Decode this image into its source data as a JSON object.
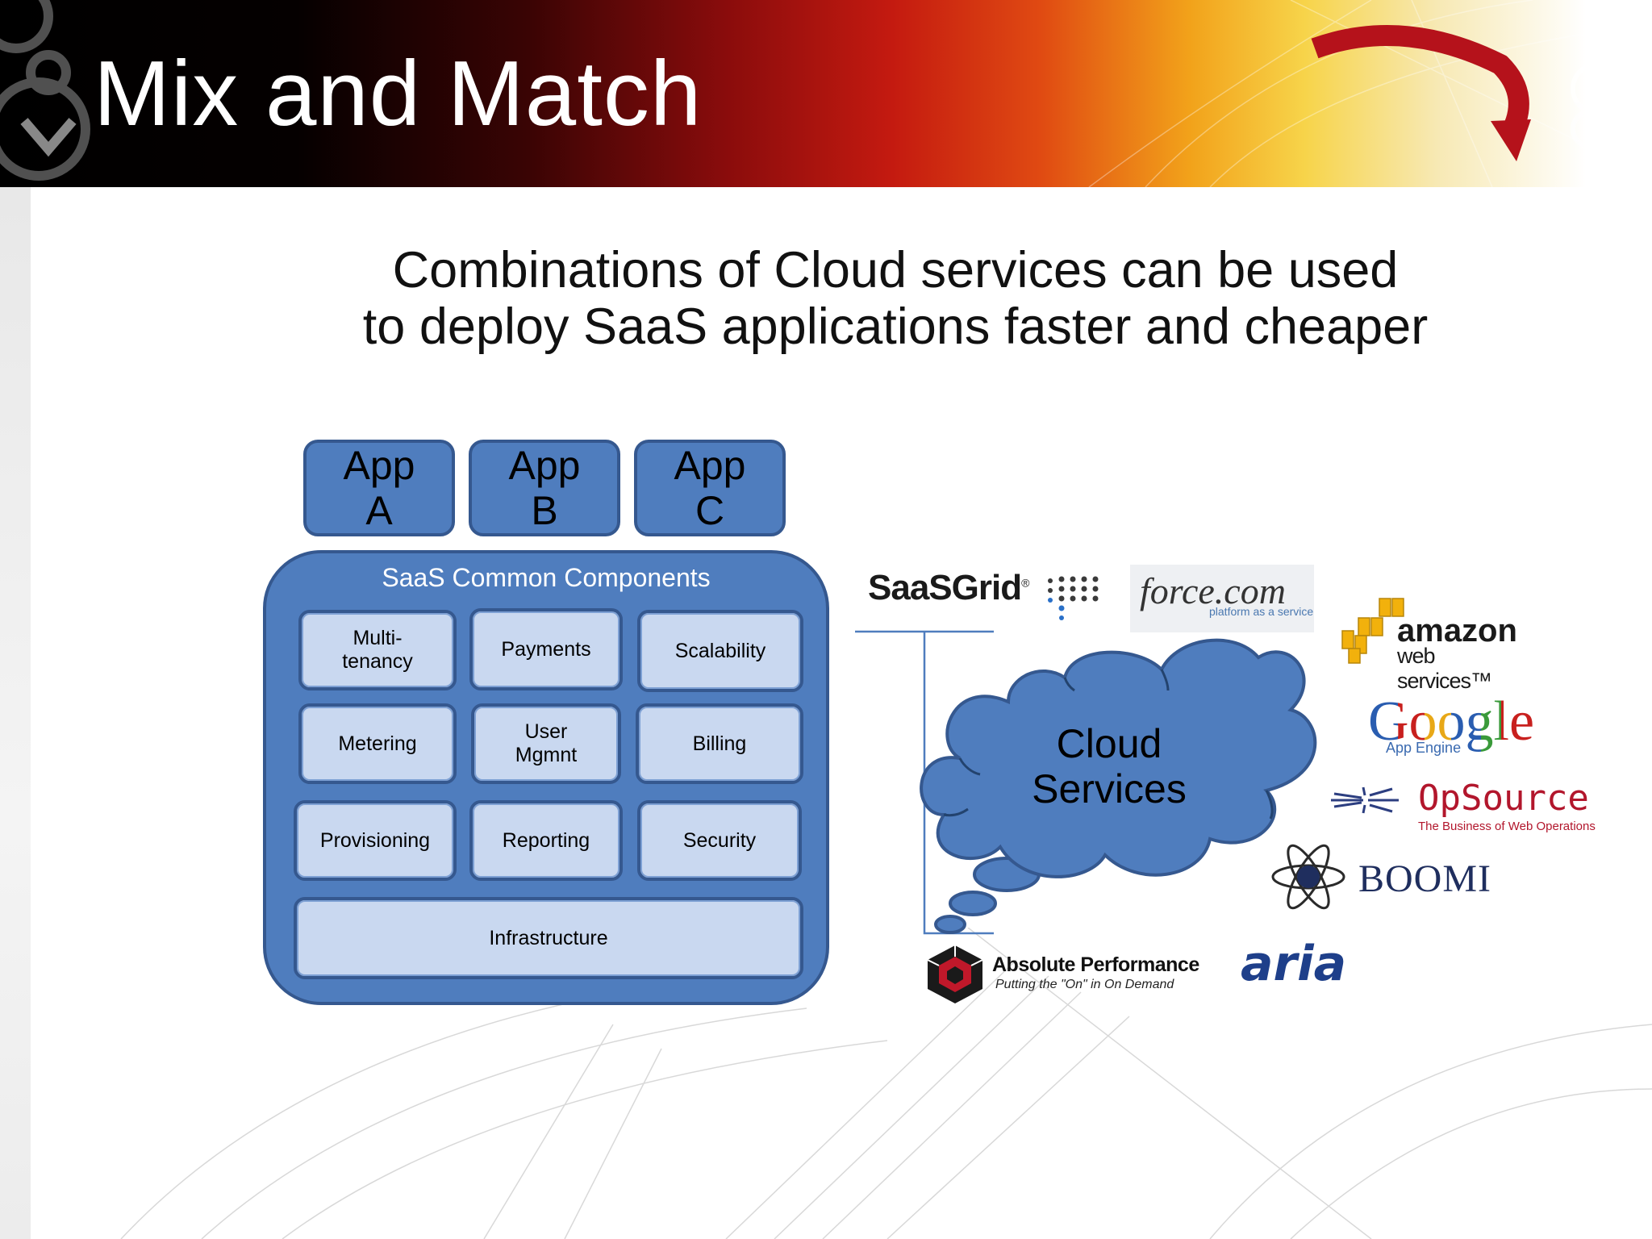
{
  "slide": {
    "title": "Mix and Match",
    "subtitle_line1": "Combinations of Cloud services can be used",
    "subtitle_line2": "to deploy SaaS applications faster and cheaper"
  },
  "apps": [
    {
      "line1": "App",
      "line2": "A"
    },
    {
      "line1": "App",
      "line2": "B"
    },
    {
      "line1": "App",
      "line2": "C"
    }
  ],
  "saas_box": {
    "title": "SaaS Common Components",
    "components": [
      {
        "line1": "Multi-",
        "line2": "tenancy"
      },
      {
        "line1": "Payments"
      },
      {
        "line1": "Scalability"
      },
      {
        "line1": "Metering"
      },
      {
        "line1": "User",
        "line2": "Mgmnt"
      },
      {
        "line1": "Billing"
      },
      {
        "line1": "Provisioning"
      },
      {
        "line1": "Reporting"
      },
      {
        "line1": "Security"
      }
    ],
    "infrastructure": "Infrastructure"
  },
  "cloud": {
    "line1": "Cloud",
    "line2": "Services"
  },
  "logos": {
    "saasgrid": "SaaSGrid",
    "saasgrid_reg": "®",
    "force_main": "force.com",
    "force_sub": "platform as a service",
    "amazon_main": "amazon",
    "amazon_sub": "web services™",
    "google_main": "Google",
    "google_sub": "App Engine",
    "opsource_main": "OpSource",
    "opsource_sub": "The Business of Web Operations",
    "boomi": "BOOMI",
    "aria": "aria",
    "absolute_main": "Absolute Performance",
    "absolute_sub": "Putting the \"On\" in On Demand"
  },
  "colors": {
    "box_fill": "#4f7dbe",
    "box_border": "#35588f",
    "component_fill": "#c9d8f0",
    "title_text": "#ffffff"
  }
}
